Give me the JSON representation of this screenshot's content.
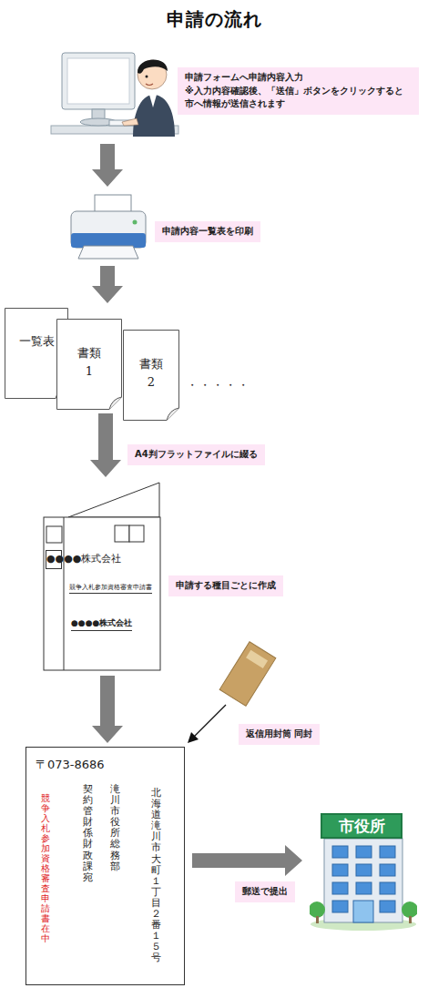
{
  "diagram": {
    "title": "申請の流れ",
    "nodes": [
      {
        "text": [
          "申請フォームへ申請内容入力",
          "※入力内容確認後、「送信」ボタンをクリックすると 市へ情報が送信されます"
        ]
      },
      {
        "text": [
          "申請内容一覧表を印刷"
        ]
      },
      {
        "text": [
          "一覧表"
        ]
      },
      {
        "text": [
          "書類 1"
        ]
      },
      {
        "text": [
          "書類 2"
        ]
      },
      {
        "text": [
          "A4判フラットファイルに綴る"
        ]
      },
      {
        "text": [
          "競争入札参加資格審査申請書",
          "●●●●株式会社"
        ]
      },
      {
        "text": [
          "●●●●株式会社"
        ],
        "in": 6
      },
      {
        "text": [
          "申請する種目ごとに作成"
        ]
      },
      {
        "text": [
          "返信用封筒 同封"
        ]
      },
      {
        "text": [
          "〒073-8686",
          "北海道滝川市大町１丁目２番１５号",
          "滝川市役所　総務部",
          "契約管財係　財政課　宛",
          "競争入札参加資格審査申請書　在中"
        ]
      },
      {
        "text": [
          "郵送で提出"
        ]
      },
      {
        "text": [
          "市役所"
        ]
      }
    ],
    "edges": [
      {
        "from": 3,
        "to": 6,
        "arrow": "to"
      },
      {
        "from": 6,
        "to": 10,
        "arrow": "to"
      },
      {
        "from": 10,
        "to": 12,
        "arrow": "to"
      }
    ],
    "labels": [
      "・・・・・"
    ]
  }
}
